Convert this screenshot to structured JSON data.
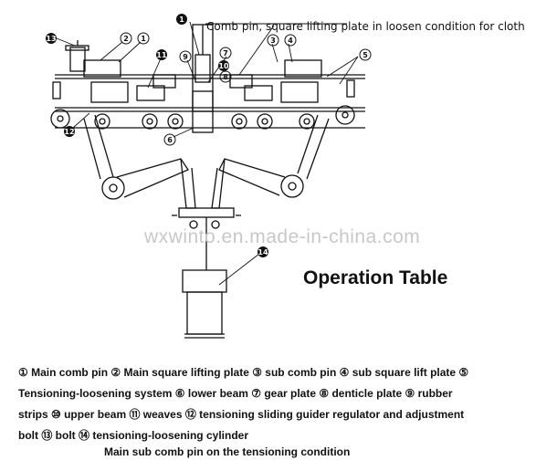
{
  "top_caption": "Comb pin, square lifting plate in loosen condition for cloth",
  "watermark": "wxwinto.en.made-in-china.com",
  "title": "Operation Table",
  "legend_lines": [
    "① Main comb pin ② Main square lifting plate ③ sub comb pin ④ sub square lift plate ⑤",
    "Tensioning-loosening system ⑥ lower beam ⑦ gear plate ⑧ denticle plate ⑨ rubber",
    "strips ⑩ upper beam ⑪ weaves ⑫ tensioning sliding guider regulator and adjustment",
    "bolt ⑬ bolt ⑭ tensioning-loosening cylinder"
  ],
  "bottom_caption": "Main sub comb pin on the tensioning condition",
  "callouts": {
    "c1": "1",
    "c2": "2",
    "c3": "3",
    "c4": "4",
    "c5": "5",
    "c6": "6",
    "c7": "7",
    "c8": "8",
    "c9": "9",
    "c10": "10",
    "c11": "11",
    "c12": "12",
    "c13": "13",
    "c14": "14"
  }
}
